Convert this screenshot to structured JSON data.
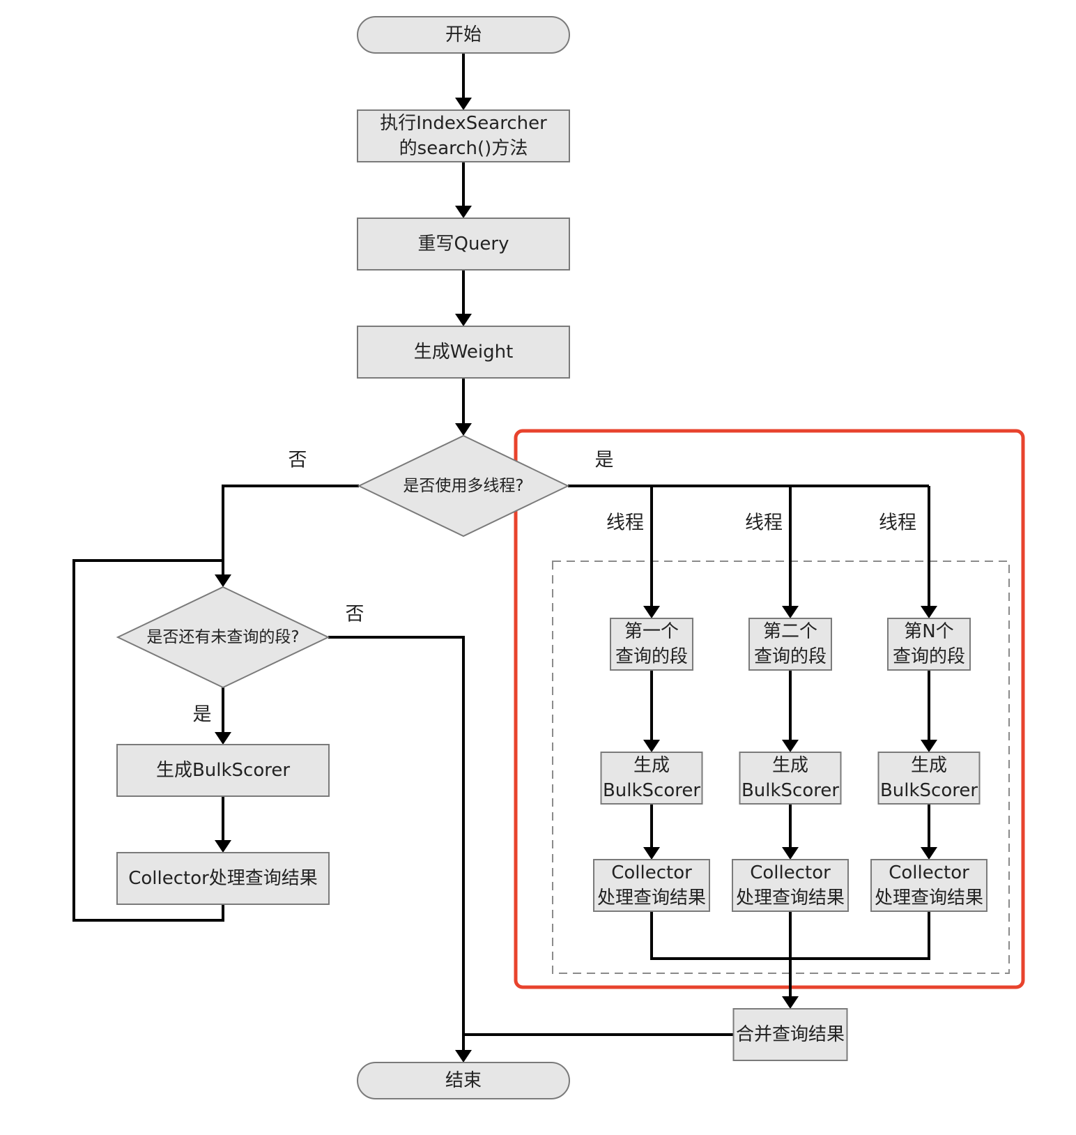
{
  "diagram": {
    "nodes": {
      "start": [
        "开始"
      ],
      "exec_search": [
        "执行IndexSearcher",
        "的search()方法"
      ],
      "rewrite": [
        "重写Query"
      ],
      "gen_weight": [
        "生成Weight"
      ],
      "multi_thread": [
        "是否使用多线程?"
      ],
      "more_segments": [
        "是否还有未查询的段?"
      ],
      "gen_bulk": [
        "生成BulkScorer"
      ],
      "collector_single": [
        "Collector处理查询结果"
      ],
      "seg_1": [
        "第一个",
        "查询的段"
      ],
      "seg_2": [
        "第二个",
        "查询的段"
      ],
      "seg_n": [
        "第N个",
        "查询的段"
      ],
      "bulk_1": [
        "生成",
        "BulkScorer"
      ],
      "bulk_2": [
        "生成",
        "BulkScorer"
      ],
      "bulk_n": [
        "生成",
        "BulkScorer"
      ],
      "coll_1": [
        "Collector",
        "处理查询结果"
      ],
      "coll_2": [
        "Collector",
        "处理查询结果"
      ],
      "coll_n": [
        "Collector",
        "处理查询结果"
      ],
      "merge": [
        "合并查询结果"
      ],
      "end": [
        "结束"
      ]
    },
    "edge_labels": {
      "multi_no": "否",
      "multi_yes": "是",
      "thread_1": "线程",
      "thread_2": "线程",
      "thread_n": "线程",
      "segments_no": "否",
      "segments_yes": "是"
    },
    "colors": {
      "node_fill": "#e6e6e6",
      "node_stroke": "#7a7a7a",
      "edge": "#000000",
      "highlight_frame": "#e8432d",
      "dashed_group": "#8a8a8a"
    }
  }
}
